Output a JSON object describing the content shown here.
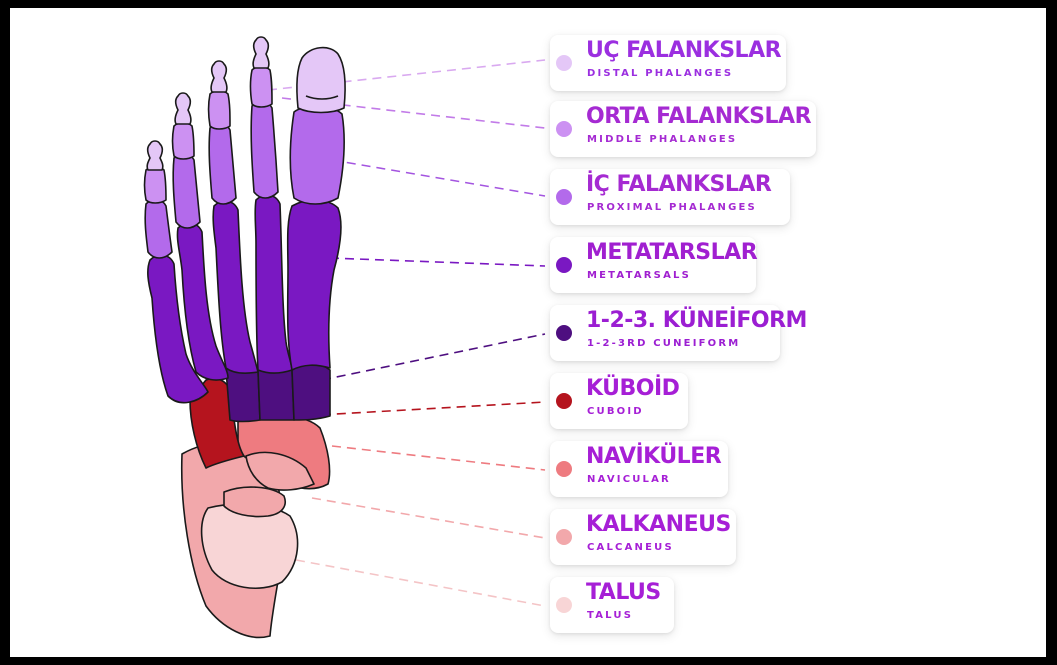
{
  "colors": {
    "frame": "#000000",
    "background": "#ffffff",
    "outline": "#1a1a1a",
    "distal": "#e4c7f7",
    "middle": "#cc91f2",
    "proximal": "#b36aeb",
    "metatarsal": "#7a18c2",
    "cuneiform": "#4e0f80",
    "cuboid": "#b5141e",
    "navicular": "#ee7b80",
    "calcaneus": "#f2a8ab",
    "talus": "#f8d5d6"
  },
  "labels": [
    {
      "id": "distal",
      "title": "UÇ FALANKSLAR",
      "subtitle": "DISTAL PHALANGES",
      "title_color": "#9b2fe0",
      "subtitle_color": "#9b2fe0",
      "dot_color": "#e4c7f7",
      "line_color": "#d9a9f0"
    },
    {
      "id": "middle",
      "title": "ORTA FALANKSLAR",
      "subtitle": "MIDDLE PHALANGES",
      "title_color": "#a52ad2",
      "subtitle_color": "#a52ad2",
      "dot_color": "#cc91f2",
      "line_color": "#c27be8"
    },
    {
      "id": "proximal",
      "title": "İÇ FALANKSLAR",
      "subtitle": "PROXIMAL PHALANGES",
      "title_color": "#a52ad2",
      "subtitle_color": "#a52ad2",
      "dot_color": "#b36aeb",
      "line_color": "#a455e0"
    },
    {
      "id": "metatarsal",
      "title": "METATARSLAR",
      "subtitle": "METATARSALS",
      "title_color": "#a01fd0",
      "subtitle_color": "#a01fd0",
      "dot_color": "#7a18c2",
      "line_color": "#7a18c2"
    },
    {
      "id": "cuneiform",
      "title": "1-2-3. KÜNEİFORM",
      "subtitle": "1-2-3RD CUNEIFORM",
      "title_color": "#9b1ed2",
      "subtitle_color": "#9b1ed2",
      "dot_color": "#4e0f80",
      "line_color": "#4e0f80"
    },
    {
      "id": "cuboid",
      "title": "KÜBOİD",
      "subtitle": "CUBOID",
      "title_color": "#a61fd6",
      "subtitle_color": "#a61fd6",
      "dot_color": "#b5141e",
      "line_color": "#b5141e"
    },
    {
      "id": "navicular",
      "title": "NAVİKÜLER",
      "subtitle": "NAVICULAR",
      "title_color": "#a61fd6",
      "subtitle_color": "#a61fd6",
      "dot_color": "#ee7b80",
      "line_color": "#ee7b80"
    },
    {
      "id": "calcaneus",
      "title": "KALKANEUS",
      "subtitle": "CALCANEUS",
      "title_color": "#a61fd6",
      "subtitle_color": "#a61fd6",
      "dot_color": "#f2a8ab",
      "line_color": "#f2a8ab"
    },
    {
      "id": "talus",
      "title": "TALUS",
      "subtitle": "TALUS",
      "title_color": "#a61fd6",
      "subtitle_color": "#a61fd6",
      "dot_color": "#f8d5d6",
      "line_color": "#f4c4c6"
    }
  ]
}
